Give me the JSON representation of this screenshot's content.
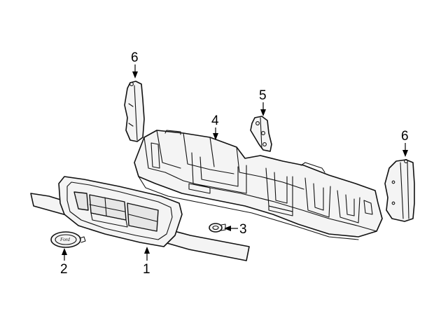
{
  "callouts": {
    "c1": "1",
    "c2": "2",
    "c3": "3",
    "c4": "4",
    "c5": "5",
    "c6_left": "6",
    "c6_right": "6"
  },
  "emblem": {
    "text": "Ford"
  },
  "colors": {
    "line": "#111111",
    "fill": "#f4f4f4",
    "background": "#ffffff"
  }
}
